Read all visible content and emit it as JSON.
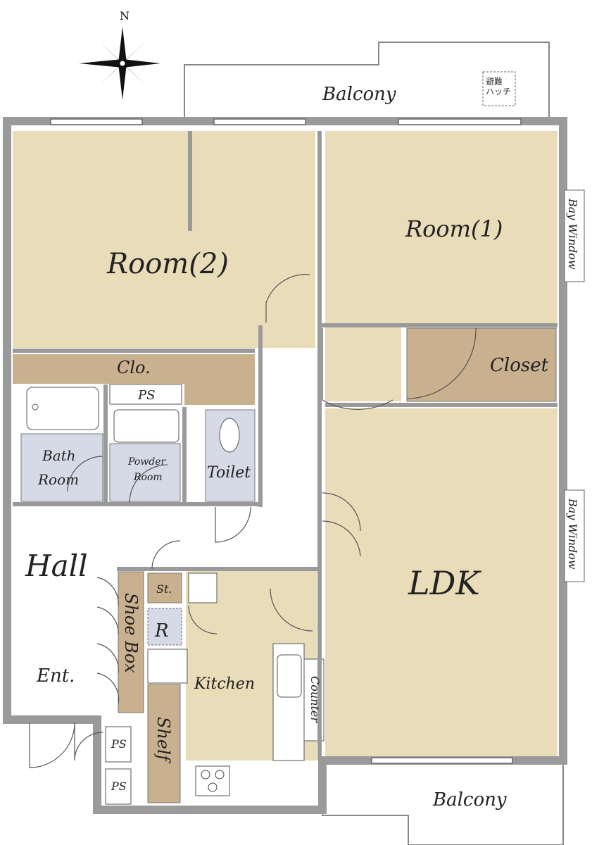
{
  "compass": {
    "north": "N"
  },
  "colors": {
    "room": "#e9dcb9",
    "storage": "#c9b08e",
    "wet": "#d5dae6",
    "wall": "#9a9a9a",
    "line": "#555555"
  },
  "labels": {
    "balcony_top": "Balcony",
    "hatch": "避難\nハッチ",
    "room2": "Room(2)",
    "room1": "Room(1)",
    "bay_window_1": "Bay Window",
    "clo": "Clo.",
    "closet": "Closet",
    "ps_top": "PS",
    "bath_line1": "Bath",
    "bath_line2": "Room",
    "powder_line1": "Powder",
    "powder_line2": "Room",
    "toilet": "Toilet",
    "ldk": "LDK",
    "bay_window_2": "Bay Window",
    "hall": "Hall",
    "st": "St.",
    "shoe_box": "Shoe Box",
    "r": "R",
    "ent": "Ent.",
    "kitchen": "Kitchen",
    "counter": "Counter",
    "shelf": "Shelf",
    "ps_1": "PS",
    "ps_2": "PS",
    "balcony_bottom": "Balcony"
  }
}
